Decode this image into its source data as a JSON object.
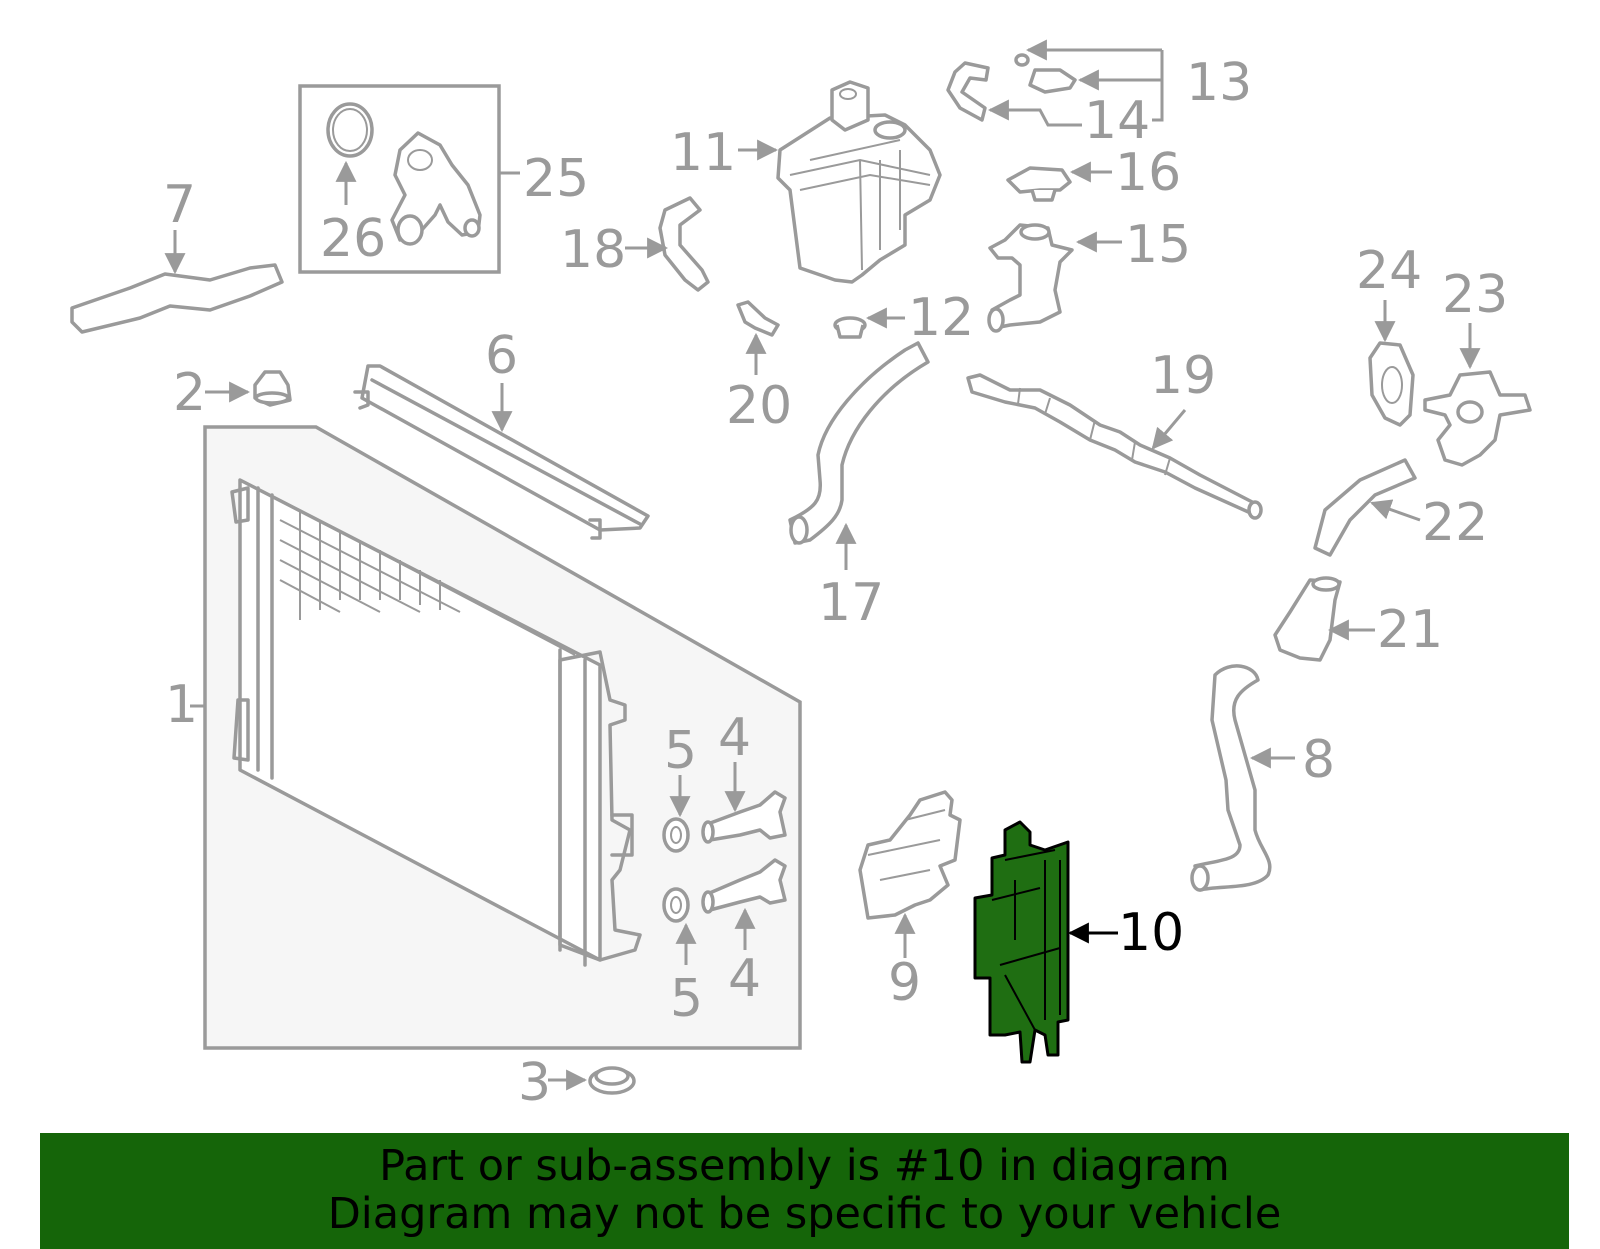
{
  "highlight_color": "#1f6e12",
  "footer_color": "#156509",
  "diagram": {
    "labels": {
      "l1": "1",
      "l2": "2",
      "l3": "3",
      "l4a": "4",
      "l4b": "4",
      "l5a": "5",
      "l5b": "5",
      "l6": "6",
      "l7": "7",
      "l8": "8",
      "l9": "9",
      "l10": "10",
      "l11": "11",
      "l12": "12",
      "l13": "13",
      "l14": "14",
      "l15": "15",
      "l16": "16",
      "l17": "17",
      "l18": "18",
      "l19": "19",
      "l20": "20",
      "l21": "21",
      "l22": "22",
      "l23": "23",
      "l24": "24",
      "l25": "25",
      "l26": "26"
    },
    "highlighted_part": "10"
  },
  "footer": {
    "line1": "Part or sub-assembly is #10 in diagram",
    "line2": "Diagram may not be specific to your vehicle"
  }
}
